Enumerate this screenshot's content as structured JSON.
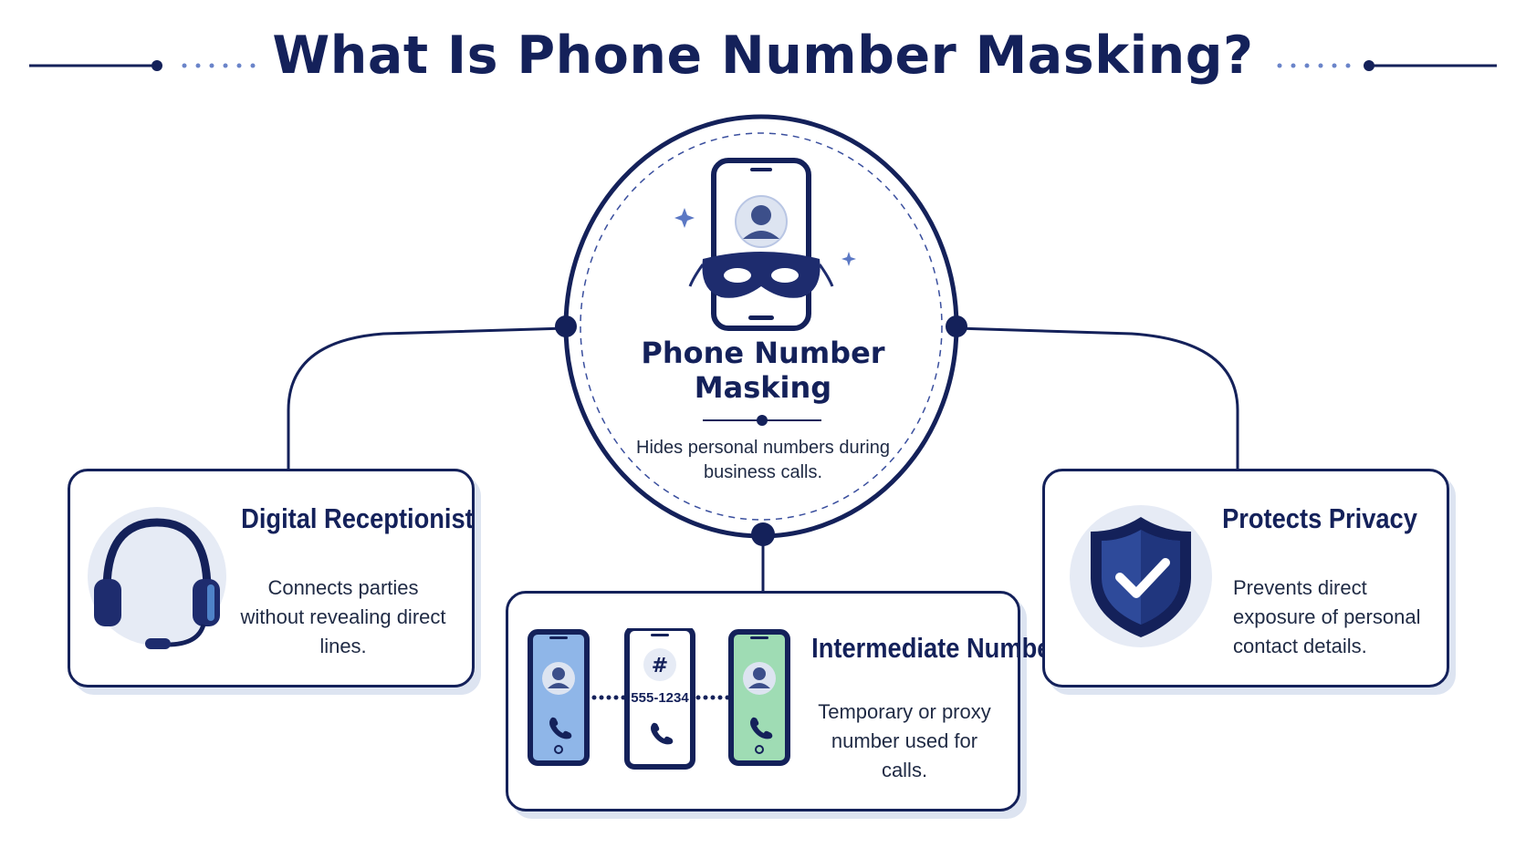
{
  "title": "What Is Phone Number Masking?",
  "center": {
    "title": "Phone Number Masking",
    "description": "Hides personal numbers during business calls."
  },
  "cards": [
    {
      "id": "digital-receptionist",
      "title": "Digital Receptionist",
      "text": "Connects parties without revealing direct lines.",
      "icon": "headset-icon"
    },
    {
      "id": "intermediate-number",
      "title": "Intermediate Number",
      "text": "Temporary or proxy number used for calls.",
      "icon": "phones-relay-icon",
      "proxy_symbol": "#",
      "proxy_number": "555-1234"
    },
    {
      "id": "protects-privacy",
      "title": "Protects Privacy",
      "text": "Prevents direct exposure of personal contact details.",
      "icon": "shield-check-icon"
    }
  ],
  "colors": {
    "navy": "#14215a",
    "light_blue": "#dde4f1",
    "phone_blue": "#8fb6e8",
    "phone_green": "#9fdcb4",
    "accent": "#5b78c4"
  }
}
